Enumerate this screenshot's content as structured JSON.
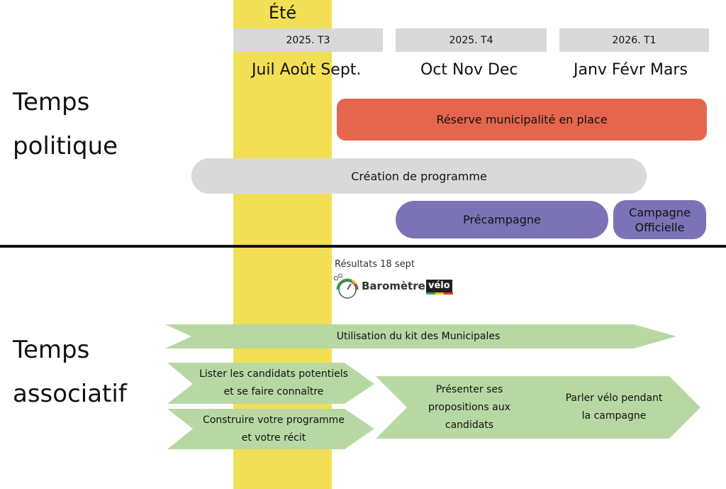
{
  "ete": {
    "label": "Été"
  },
  "quarters": [
    "2025. T3",
    "2025. T4",
    "2026. T1"
  ],
  "months": [
    "Juil Août Sept.",
    "Oct Nov Dec",
    "Janv Févr Mars"
  ],
  "sections": {
    "politique": "Temps\npolitique",
    "associatif": "Temps\nassociatif"
  },
  "politique_bars": {
    "reserve": "Réserve municipalité en place",
    "creation": "Création de programme",
    "precampagne": "Précampagne",
    "campagne": "Campagne\nOfficielle"
  },
  "barometre": {
    "caption": "Résultats 18 sept",
    "word": "Baromètre",
    "tag": "vélo"
  },
  "associatif_steps": {
    "kit": "Utilisation du kit des Municipales",
    "lister": "Lister les candidats potentiels\net se faire connaître",
    "construire": "Construire votre programme\net votre récit",
    "presenter": "Présenter ses\npropositions aux\ncandidats",
    "parler": "Parler vélo pendant\nla campagne"
  },
  "colors": {
    "ete": "#f2df55",
    "quarter": "#d9d9d9",
    "reserve": "#e4664f",
    "creation": "#d9d9d9",
    "campaign": "#7b73b6",
    "arrow": "#b8d8a3"
  }
}
